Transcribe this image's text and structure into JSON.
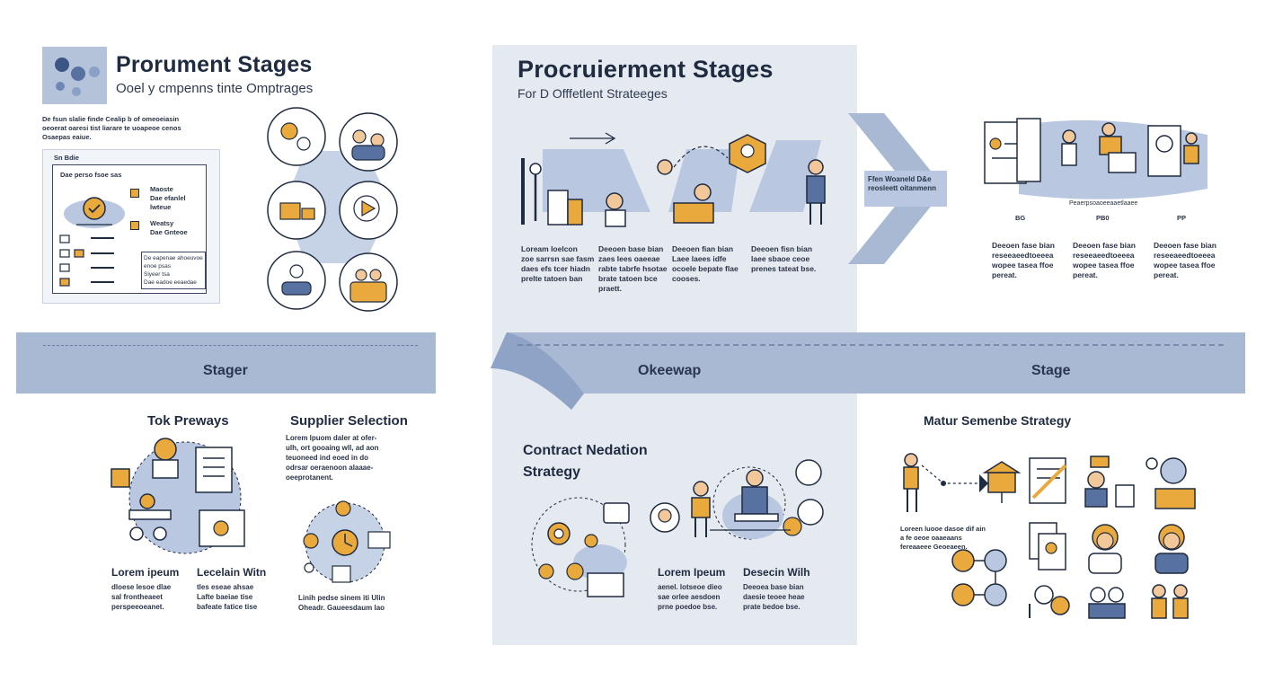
{
  "left_top": {
    "title": "Prorument Stages",
    "subtitle": "Ooel y cmpenns tinte Omptrages",
    "intro": [
      "De fsun slalie finde Cealip b of omeoeiasin",
      "oeoerat oaresi tist liarare te uoapeoe cenos",
      "Osaepas eaiue."
    ],
    "card_title": "Sn Bdie",
    "card_head": "Dae perso fsoe sas",
    "card_item1": [
      "Maoste",
      "Dae efanlel",
      "lwteue"
    ],
    "card_item2": [
      "Weatsy",
      "Dae Gnteoe"
    ],
    "card_sub": [
      "De eapenae ahoeuvoe",
      "enoe psas",
      "Siyeer tsa",
      "Dae eadoe eeaedae"
    ]
  },
  "center_top": {
    "title": "Procruierment  Stages",
    "subtitle": "For D Offfetlent Strateeges",
    "arrow_text": [
      "Ffen Woaneld D&e",
      "reosleett oitanmenn"
    ],
    "cols": [
      {
        "title": "Loream loelcon",
        "lines": [
          "zoe sarrsn sae fasm",
          "daes efs tcer hiadn",
          "prelte tatoen ban"
        ]
      },
      {
        "title": "Deeoen base bian",
        "lines": [
          "zaes lees oaeeae",
          "rabte tabrfe hsotae",
          "brate tatoen bce",
          "praett."
        ]
      },
      {
        "title": "Deeoen fian bian",
        "lines": [
          "Laee laees idfe",
          "ocoele bepate flae",
          "cooses."
        ]
      },
      {
        "title": "Deeoen fisn bian",
        "lines": [
          "laee sbaoe ceoe",
          "prenes tateat bse."
        ]
      }
    ]
  },
  "right_top": {
    "caption": "Peaerpsoaoeeaaetlaaee",
    "labels": [
      "BG",
      "PB0",
      "PP"
    ],
    "cols": [
      {
        "lines": [
          "Deeoen fase bian",
          "reseeaeedtoeeea",
          "wopee tasea ffoe",
          "pereat."
        ]
      },
      {
        "lines": [
          "Deeoen fase bian",
          "reseeaeedtoeeea",
          "wopee tasea ffoe",
          "pereat."
        ]
      },
      {
        "lines": [
          "Deeoen fase bian",
          "reseeaeedtoeeea",
          "wopee tasea ffoe",
          "pereat."
        ]
      }
    ]
  },
  "bands": {
    "left": "Stager",
    "center": "Okeewap",
    "right": "Stage"
  },
  "left_bottom": {
    "heading1": "Tok Preways",
    "heading2": "Supplier Selection",
    "para": [
      "Lorem lpuom daler at ofer-",
      "ulh, ort gooaing wll, ad aon",
      "teuoneed ind eoed in do",
      "odrsar oeraenoon alaaae-",
      "oeeprotanent."
    ],
    "sub1_title": "Lorem ipeum",
    "sub1_lines": [
      "dloese lesoe dlae",
      "sal frontheaeet",
      "perspeeoeanet."
    ],
    "sub2_title": "Lecelain Witn",
    "sub2_lines": [
      "tles eseae ahsae",
      "Lafte baeiae tise",
      "bafeate fatice tise"
    ],
    "para2": [
      "Linih pedse sinem iti Ulin",
      "Oheadr. Gaueesdaum lao"
    ]
  },
  "center_bottom": {
    "heading": [
      "Contract Nedation",
      "Strategy"
    ],
    "sub1_title": "Lorem Ipeum",
    "sub1_lines": [
      "aenel. lotseoe dieo",
      "sae orlee aesdoen",
      "prne poedoe bse."
    ],
    "sub2_title": "Desecin Wilh",
    "sub2_lines": [
      "Deeoea base bian",
      "daesie teoee heae",
      "prate bedoe bse."
    ]
  },
  "right_bottom": {
    "heading": "Matur Semenbe Strategy",
    "para": [
      "Loreen luooe dasoe dif ain",
      "a fe oeoe oaaeaans",
      "fereaaeee Geoeaeen."
    ]
  },
  "colors": {
    "navy": "#1f2b40",
    "band": "#a9b9d4",
    "panel": "#e5eaf1",
    "accent": "#e9a93c",
    "blue_fill": "#b9c8e0"
  }
}
